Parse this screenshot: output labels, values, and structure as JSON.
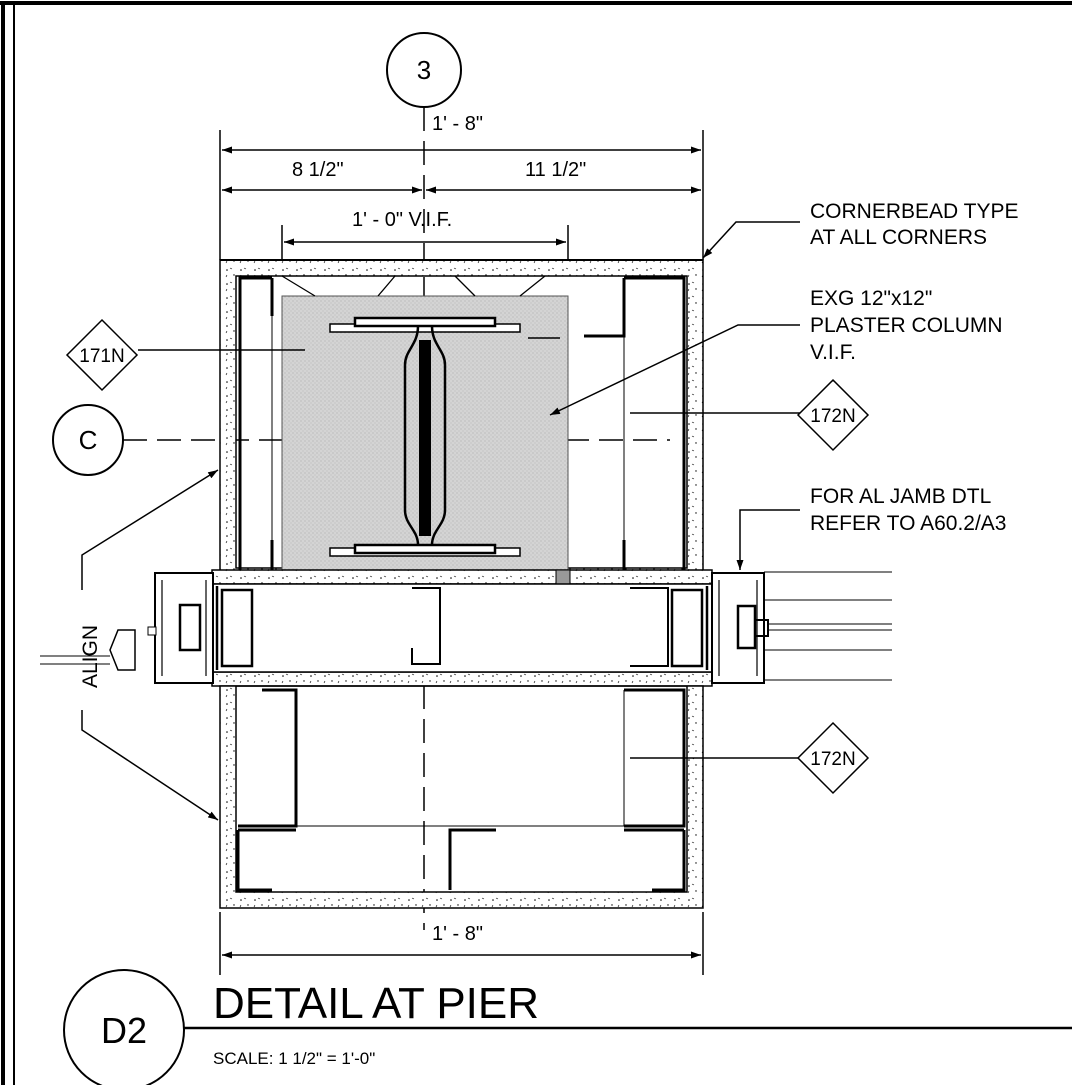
{
  "grid": {
    "column": "3",
    "row": "C"
  },
  "dimensions": {
    "overall_top": "1' - 8\"",
    "left_part": "8 1/2\"",
    "right_part": "11 1/2\"",
    "column_width": "1' - 0\" V.I.F.",
    "overall_bottom": "1' - 8\""
  },
  "notes": {
    "cornerbead": [
      "CORNERBEAD TYPE",
      "AT ALL CORNERS"
    ],
    "column": [
      "EXG 12\"x12\"",
      "PLASTER COLUMN",
      "V.I.F."
    ],
    "jamb": [
      "FOR AL JAMB DTL",
      "REFER TO A60.2/A3"
    ],
    "align": "ALIGN"
  },
  "tags": {
    "tag_left": "171N",
    "tag_right_upper": "172N",
    "tag_right_lower": "172N"
  },
  "title": {
    "detail_id": "D2",
    "name": "DETAIL AT PIER",
    "scale": "SCALE:  1 1/2\" = 1'-0\""
  },
  "colors": {
    "ink": "#000000",
    "column_fill": "#d4d4d4",
    "paper": "#ffffff"
  }
}
